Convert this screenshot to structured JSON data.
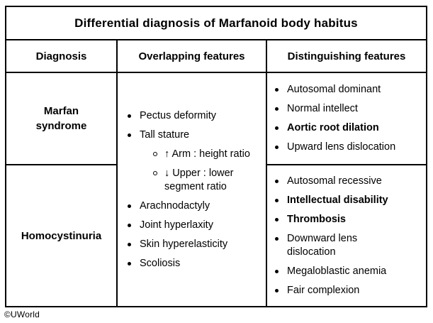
{
  "title": "Differential diagnosis of Marfanoid body habitus",
  "headers": {
    "diagnosis": "Diagnosis",
    "overlapping": "Overlapping features",
    "distinguishing": "Distinguishing features"
  },
  "diagnoses": {
    "marfan": "Marfan\nsyndrome",
    "homocystinuria": "Homocystinuria"
  },
  "overlapping_features": [
    {
      "text": "Pectus deformity",
      "level": 1,
      "bold": false
    },
    {
      "text": "Tall stature",
      "level": 1,
      "bold": false
    },
    {
      "text": "↑ Arm : height ratio",
      "level": 2,
      "bold": false
    },
    {
      "text": "↓ Upper : lower\nsegment ratio",
      "level": 2,
      "bold": false
    },
    {
      "text": "Arachnodactyly",
      "level": 1,
      "bold": false
    },
    {
      "text": "Joint hyperlaxity",
      "level": 1,
      "bold": false
    },
    {
      "text": "Skin hyperelasticity",
      "level": 1,
      "bold": false
    },
    {
      "text": "Scoliosis",
      "level": 1,
      "bold": false
    }
  ],
  "marfan_features": [
    {
      "text": "Autosomal dominant",
      "level": 1,
      "bold": false
    },
    {
      "text": "Normal intellect",
      "level": 1,
      "bold": false
    },
    {
      "text": "Aortic root dilation",
      "level": 1,
      "bold": true
    },
    {
      "text": "Upward lens dislocation",
      "level": 1,
      "bold": false
    }
  ],
  "homocystinuria_features": [
    {
      "text": "Autosomal recessive",
      "level": 1,
      "bold": false
    },
    {
      "text": "Intellectual disability",
      "level": 1,
      "bold": true
    },
    {
      "text": "Thrombosis",
      "level": 1,
      "bold": true
    },
    {
      "text": "Downward lens\ndislocation",
      "level": 1,
      "bold": false
    },
    {
      "text": "Megaloblastic anemia",
      "level": 1,
      "bold": false
    },
    {
      "text": "Fair complexion",
      "level": 1,
      "bold": false
    }
  ],
  "footer": {
    "copyright": "©UWorld"
  }
}
